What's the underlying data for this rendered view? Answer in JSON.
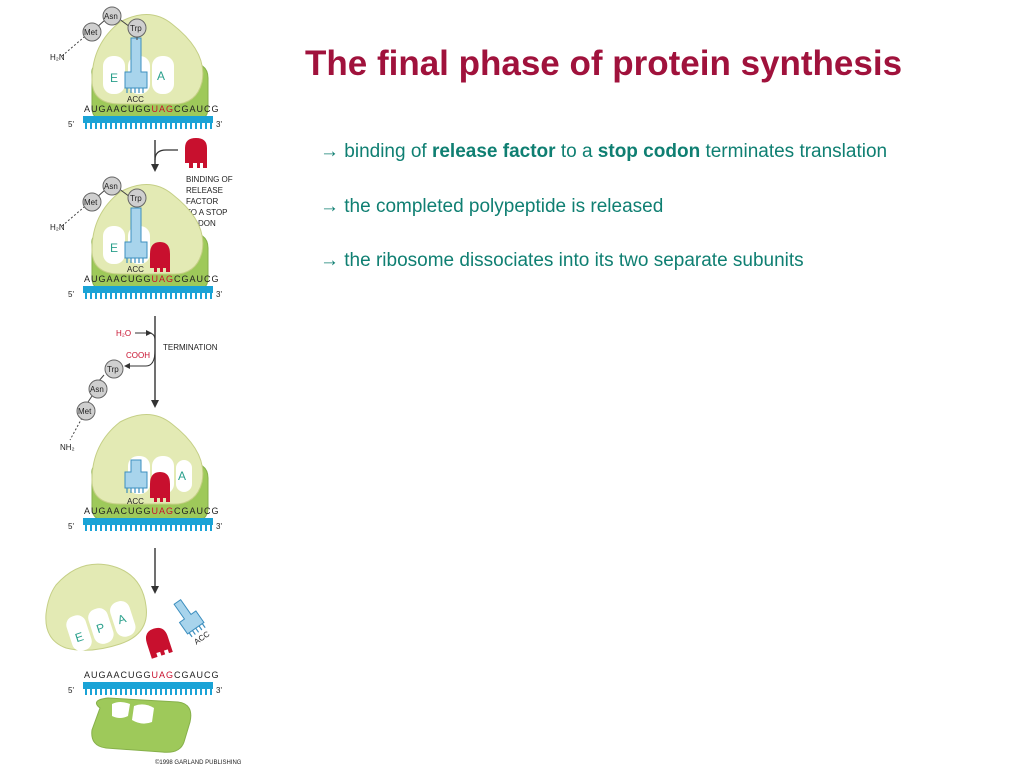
{
  "slide": {
    "title": "The final phase of protein synthesis",
    "bullets": [
      {
        "arrow": "→",
        "parts": [
          "binding of ",
          "release factor",
          " to a ",
          "stop codon",
          " terminates translation"
        ]
      },
      {
        "arrow": "→",
        "text": "the completed polypeptide is released"
      },
      {
        "arrow": "→",
        "text": "the ribosome dissociates into its two separate subunits"
      }
    ]
  },
  "figure": {
    "amino_acids": {
      "met": "Met",
      "asn": "Asn",
      "trp": "Trp"
    },
    "h2n": "H₂N",
    "nh2": "NH₂",
    "sites": {
      "e": "E",
      "p": "P",
      "a": "A"
    },
    "mrna_left": "AUGAAC",
    "mrna_mid": "UGG",
    "mrna_stop": "UAG",
    "mrna_right": "CGAUCG",
    "mrna_full_left": "AUGAACUGG",
    "anticodon": "ACC",
    "five_prime": "5'",
    "three_prime": "3'",
    "step1_label": [
      "BINDING OF",
      "RELEASE",
      "FACTOR",
      "TO A STOP",
      "CODON"
    ],
    "step2_label": "TERMINATION",
    "water": "H₂O",
    "cooh": "COOH",
    "copyright": "©1998 GARLAND PUBLISHING"
  },
  "colors": {
    "title": "#a0123c",
    "bullet_text": "#0f7f72",
    "ribosome_large": "#e3eab4",
    "ribosome_small": "#9ec95a",
    "mrna": "#1aa3d6",
    "trna": "#a8d4ec",
    "release_factor": "#c8102e",
    "stop_codon": "#c8102e"
  }
}
